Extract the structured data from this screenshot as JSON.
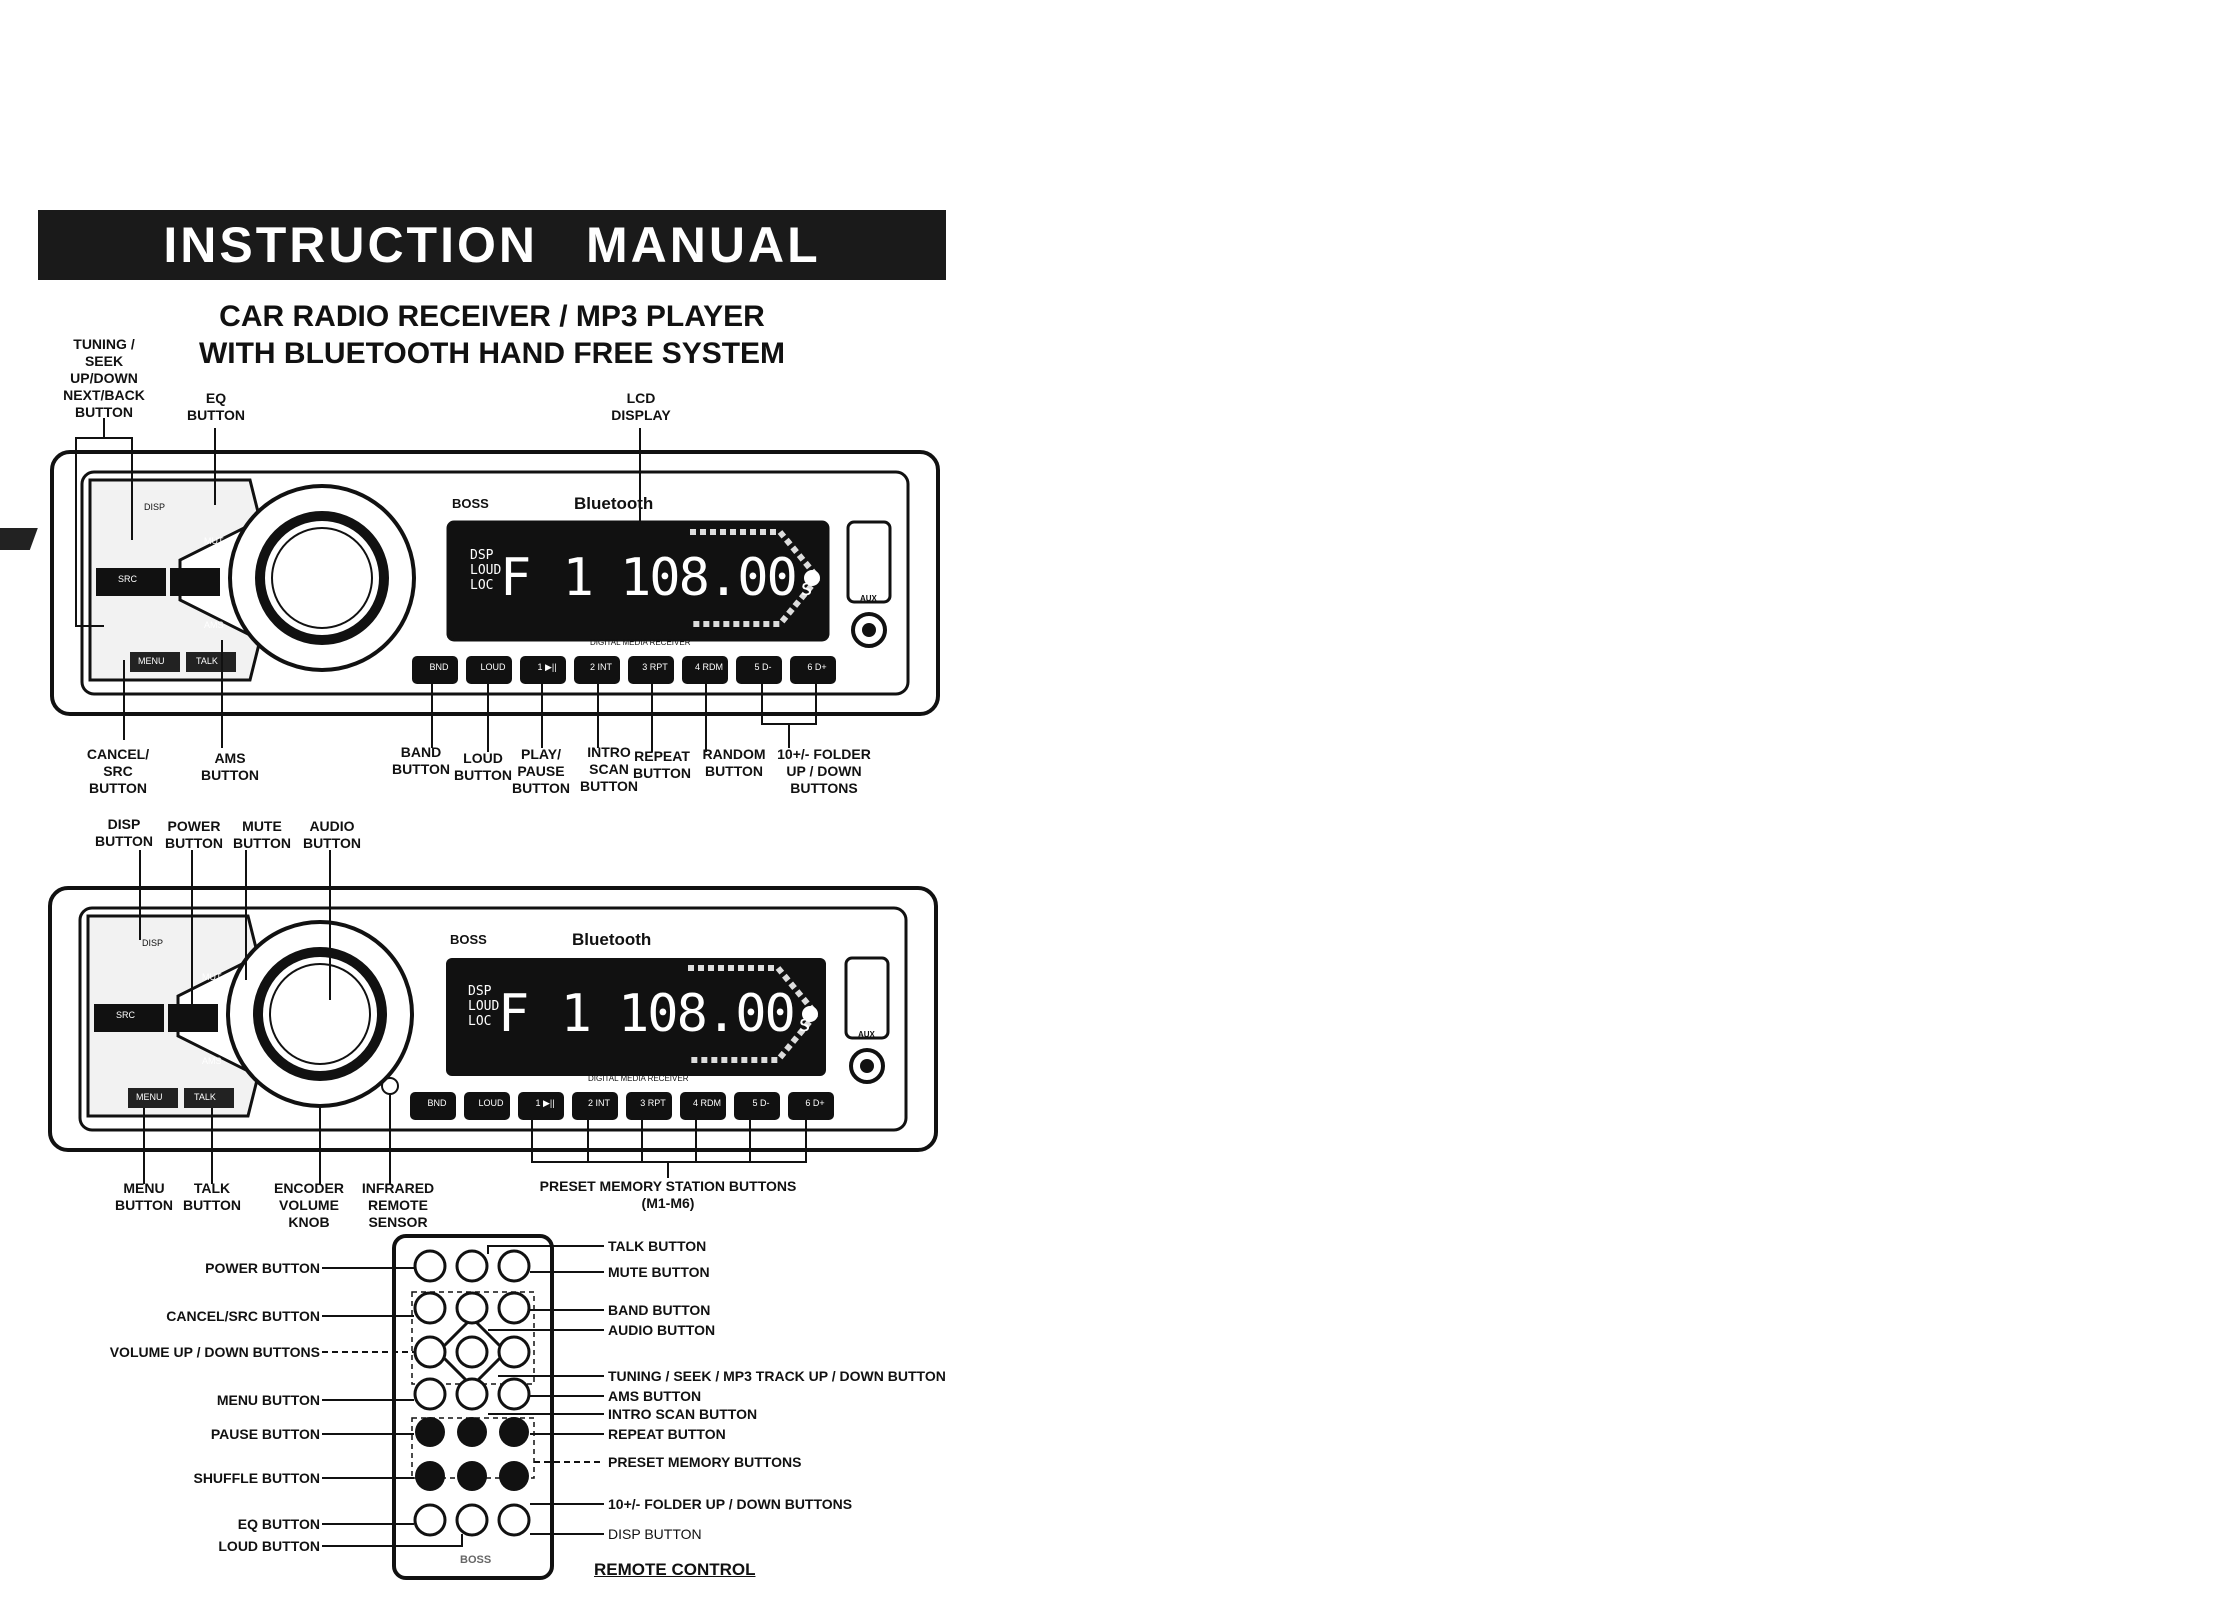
{
  "header": {
    "title_word1": "INSTRUCTION",
    "title_word2": "MANUAL"
  },
  "subtitle": {
    "line1": "CAR RADIO RECEIVER / MP3 PLAYER",
    "line2": "WITH BLUETOOTH HAND FREE SYSTEM"
  },
  "unit": {
    "brand": "BOSS",
    "bluetooth": "Bluetooth",
    "lcd_indicators": [
      "DSP",
      "LOUD",
      "LOC"
    ],
    "lcd_band": "F 1",
    "lcd_freq": "108.00",
    "lcd_suffix": "s",
    "model_caption": "DIGITAL MEDIA RECEIVER",
    "preset_keys": [
      "BND",
      "LOUD",
      "1 ▶||",
      "2 INT",
      "3 RPT",
      "4 RDM",
      "5 D-",
      "6 D+"
    ],
    "left_keys": [
      "DISP",
      "MUT",
      "SRC",
      "AMS",
      "MENU",
      "TALK"
    ],
    "aux_label": "AUX"
  },
  "diagram1_labels": {
    "tuning": "TUNING /\nSEEK\nUP/DOWN\nNEXT/BACK\nBUTTON",
    "eq": "EQ\nBUTTON",
    "lcd": "LCD\nDISPLAY",
    "cancel": "CANCEL/\nSRC\nBUTTON",
    "ams": "AMS\nBUTTON",
    "band": "BAND\nBUTTON",
    "loud": "LOUD\nBUTTON",
    "play": "PLAY/\nPAUSE\nBUTTON",
    "intro": "INTRO\nSCAN\nBUTTON",
    "repeat": "REPEAT\nBUTTON",
    "random": "RANDOM\nBUTTON",
    "folder": "10+/- FOLDER\nUP / DOWN\nBUTTONS"
  },
  "diagram2_labels": {
    "disp": "DISP\nBUTTON",
    "power": "POWER\nBUTTON",
    "mute": "MUTE\nBUTTON",
    "audio": "AUDIO\nBUTTON",
    "menu": "MENU\nBUTTON",
    "talk": "TALK\nBUTTON",
    "encoder": "ENCODER\nVOLUME\nKNOB",
    "infrared": "INFRARED\nREMOTE\nSENSOR",
    "preset": "PRESET MEMORY STATION BUTTONS\n(M1-M6)"
  },
  "remote_labels": {
    "left": [
      "POWER  BUTTON",
      "CANCEL/SRC BUTTON",
      "VOLUME UP / DOWN BUTTONS",
      "MENU BUTTON",
      "PAUSE BUTTON",
      "SHUFFLE BUTTON",
      "EQ BUTTON",
      "LOUD BUTTON"
    ],
    "right": [
      "TALK BUTTON",
      "MUTE BUTTON",
      "BAND BUTTON",
      "AUDIO BUTTON",
      "TUNING / SEEK / MP3 TRACK UP / DOWN BUTTON",
      "AMS BUTTON",
      "INTRO SCAN BUTTON",
      "REPEAT BUTTON",
      "PRESET MEMORY BUTTONS",
      "10+/- FOLDER UP / DOWN BUTTONS",
      "DISP  BUTTON"
    ],
    "caption": "REMOTE CONTROL"
  }
}
